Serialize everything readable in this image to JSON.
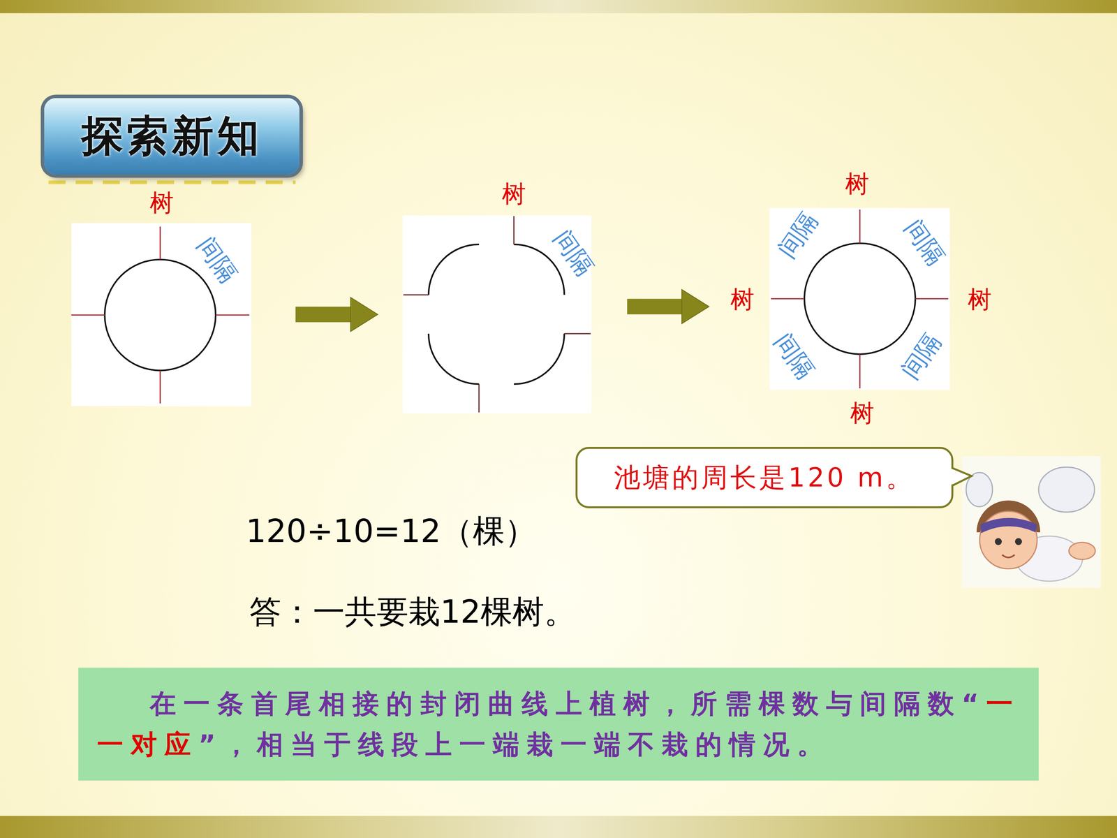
{
  "diagram": {
    "nodes": [
      {
        "text": [
          "探索新知"
        ]
      },
      {
        "text": [
          "树",
          "间隔"
        ]
      },
      {
        "text": [
          "树",
          "间隔"
        ]
      },
      {
        "text": [
          "树",
          "间隔",
          "间隔",
          "树",
          "树",
          "间隔",
          "间隔",
          "树"
        ]
      },
      {
        "text": [
          "池塘的周长是120 m。"
        ]
      },
      {
        "text": [
          "在一条首尾相接的封闭曲线上植树，所需棵数与间隔数“",
          "一一对应",
          "”，相当于线段上一端栽一端不栽的情况。"
        ]
      }
    ],
    "edges": [
      {
        "from": 1,
        "to": 2,
        "arrow": "to"
      },
      {
        "from": 2,
        "to": 3,
        "arrow": "to"
      }
    ],
    "labels": [
      "120÷10=12（棵）",
      "答：一共要栽12棵树。"
    ]
  }
}
